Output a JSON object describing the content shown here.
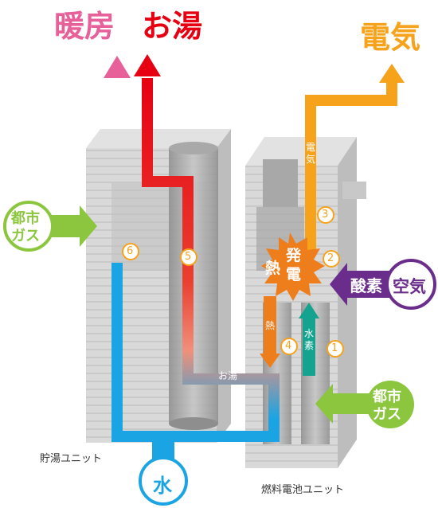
{
  "outputs": {
    "heating": "暖房",
    "hot_water": "お湯",
    "electricity": "電気"
  },
  "inputs": {
    "gas_left": [
      "都市",
      "ガス"
    ],
    "gas_right": [
      "都市",
      "ガス"
    ],
    "oxygen": "酸素",
    "air": "空気",
    "water": "水"
  },
  "flow_labels": {
    "electricity_vertical": [
      "電",
      "気"
    ],
    "heat_vertical": "熱",
    "hydrogen_vertical": [
      "水",
      "素"
    ],
    "hot_water_pipe": "お湯",
    "burst_heat": "熱",
    "burst_generation": [
      "発",
      "電"
    ]
  },
  "steps": [
    "1",
    "2",
    "3",
    "4",
    "5",
    "6"
  ],
  "units": {
    "storage": "貯湯ユニット",
    "fuel_cell": "燃料電池ユニット"
  },
  "colors": {
    "hot_water": "#e60012",
    "heating": "#e8609a",
    "cold_water": "#1aa4e4",
    "electricity": "#f7a21b",
    "hydrogen": "#13a38e",
    "heat": "#ee7d1c",
    "gas": "#8cc63f",
    "air": "#6a2d8c"
  }
}
